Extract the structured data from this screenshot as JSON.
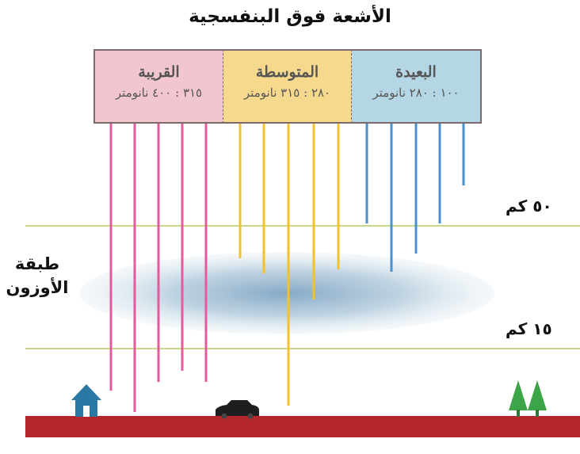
{
  "title": "الأشعة فوق البنفسجية",
  "bands": [
    {
      "name": "القريبة",
      "range": "٣١٥ : ٤٠٠ نانومتر",
      "color": "#f1c6cf",
      "ray_color": "#e35a9d"
    },
    {
      "name": "المتوسطة",
      "range": "٢٨٠ : ٣١٥ نانومتر",
      "color": "#f6d98c",
      "ray_color": "#f3c12a"
    },
    {
      "name": "البعيدة",
      "range": "١٠٠ : ٢٨٠ نانومتر",
      "color": "#b5d6e4",
      "ray_color": "#4a90cc"
    }
  ],
  "altitudes": {
    "high": "٥٠ كم",
    "low": "١٥ كم"
  },
  "ozone_label": "طبقة الأوزون",
  "colors": {
    "ground": "#b3262a",
    "altitude_line": "#c7d98a",
    "ozone": "#8fb2cc",
    "house": "#2b78a5",
    "tree": "#3ca548",
    "car": "#1e1e1e"
  }
}
